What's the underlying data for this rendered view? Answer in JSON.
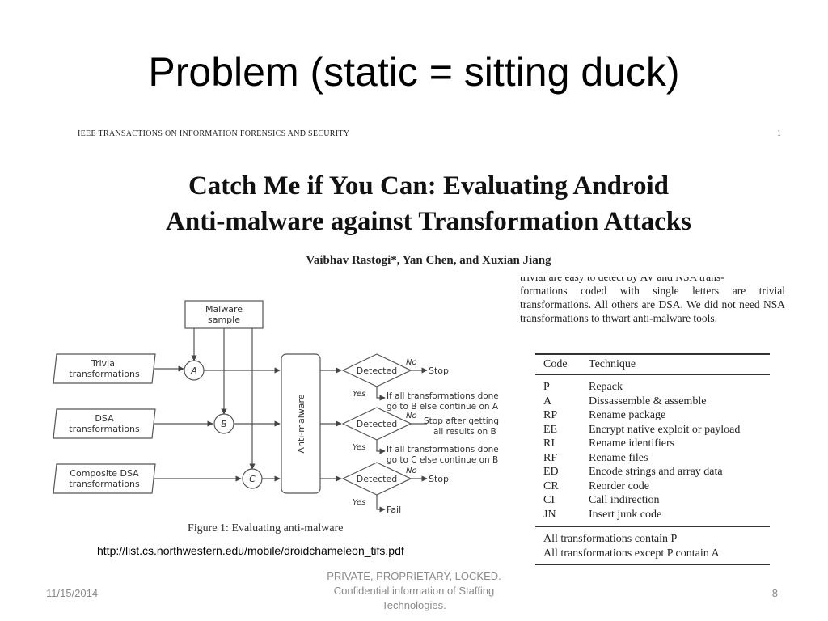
{
  "slide": {
    "title": "Problem (static = sitting duck)",
    "url": "http://list.cs.northwestern.edu/mobile/droidchameleon_tifs.pdf"
  },
  "paper": {
    "journal": "IEEE TRANSACTIONS ON INFORMATION FORENSICS AND SECURITY",
    "page": "1",
    "title_line1": "Catch Me if You Can: Evaluating Android",
    "title_line2": "Anti-malware against Transformation Attacks",
    "authors": "Vaibhav Rastogi*, Yan Chen, and Xuxian Jiang",
    "excerpt_cut_line": "trivial are easy to detect by AV and NSA trans-",
    "excerpt": "formations coded with single letters are trivial transformations. All others are DSA. We did not need NSA transformations to thwart anti-malware tools."
  },
  "table": {
    "headers": [
      "Code",
      "Technique"
    ],
    "rows": [
      {
        "code": "P",
        "technique": "Repack"
      },
      {
        "code": "A",
        "technique": "Dissassemble & assemble"
      },
      {
        "code": "RP",
        "technique": "Rename package"
      },
      {
        "code": "EE",
        "technique": "Encrypt native exploit or payload"
      },
      {
        "code": "RI",
        "technique": "Rename identifiers"
      },
      {
        "code": "RF",
        "technique": "Rename files"
      },
      {
        "code": "ED",
        "technique": "Encode strings and array data"
      },
      {
        "code": "CR",
        "technique": "Reorder code"
      },
      {
        "code": "CI",
        "technique": "Call indirection"
      },
      {
        "code": "JN",
        "technique": "Insert junk code"
      }
    ],
    "notes": [
      "All transformations contain P",
      "All transformations except P contain A"
    ]
  },
  "diagram": {
    "malware_l1": "Malware",
    "malware_l2": "sample",
    "trivial_l1": "Trivial",
    "trivial_l2": "transformations",
    "dsa_l1": "DSA",
    "dsa_l2": "transformations",
    "composite_l1": "Composite DSA",
    "composite_l2": "transformations",
    "node_a": "A",
    "node_b": "B",
    "node_c": "C",
    "antimalware": "Anti-malware",
    "detected": "Detected",
    "no": "No",
    "yes": "Yes",
    "stop": "Stop",
    "fail": "Fail",
    "note1_l1": "If all transformations done",
    "note1_l2": "go to B else continue on A",
    "note2_l1": "Stop after getting",
    "note2_l2": "all results on B",
    "note3_l1": "If all transformations done",
    "note3_l2": "go to C else continue on B",
    "caption": "Figure 1: Evaluating anti-malware"
  },
  "footer": {
    "date": "11/15/2014",
    "line1": "PRIVATE, PROPRIETARY, LOCKED.",
    "line2": "Confidential information of Staffing",
    "line3": "Technologies.",
    "page": "8"
  }
}
